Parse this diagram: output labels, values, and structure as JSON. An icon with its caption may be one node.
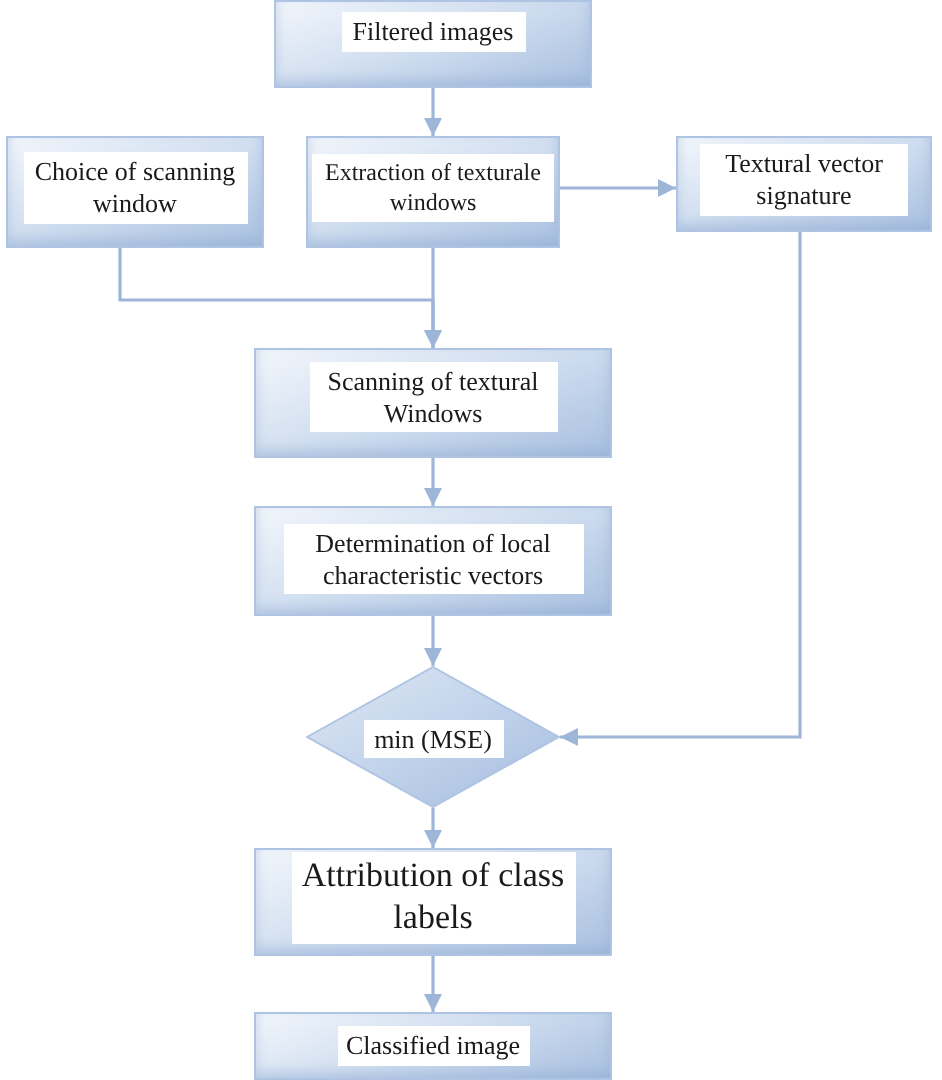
{
  "diagram": {
    "nodes": [
      {
        "text": [
          "Filtered images"
        ]
      },
      {
        "text": [
          "Choice of scanning window"
        ]
      },
      {
        "text": [
          "Extraction of texturale windows"
        ]
      },
      {
        "text": [
          "Textural vector signature"
        ]
      },
      {
        "text": [
          "Scanning of textural Windows"
        ]
      },
      {
        "text": [
          "Determination of local characteristic vectors"
        ]
      },
      {
        "text": [
          "min (MSE)"
        ]
      },
      {
        "text": [
          "Attribution of class labels"
        ]
      },
      {
        "text": [
          "Classified image"
        ]
      }
    ],
    "edges": [
      {
        "from": 0,
        "to": 2,
        "arrow": "to"
      },
      {
        "from": 2,
        "to": 3,
        "arrow": "to"
      },
      {
        "from": 1,
        "to": 4,
        "arrow": "to"
      },
      {
        "from": 2,
        "to": 4,
        "arrow": "to"
      },
      {
        "from": 4,
        "to": 5,
        "arrow": "to"
      },
      {
        "from": 5,
        "to": 6,
        "arrow": "to"
      },
      {
        "from": 3,
        "to": 6,
        "arrow": "to"
      },
      {
        "from": 6,
        "to": 7,
        "arrow": "to"
      },
      {
        "from": 7,
        "to": 8,
        "arrow": "to"
      }
    ]
  }
}
